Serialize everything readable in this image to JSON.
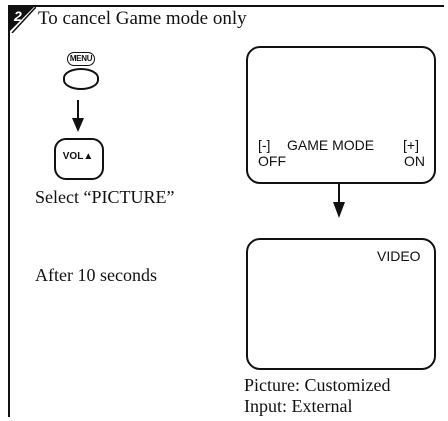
{
  "step": {
    "number": "2",
    "title": "To cancel Game mode only"
  },
  "remote": {
    "menu_label": "MENU",
    "vol_label": "VOL▲"
  },
  "instructions": {
    "select": "Select “PICTURE”",
    "after": "After 10 seconds"
  },
  "screen1": {
    "minus": "[-]",
    "title": "GAME MODE",
    "plus": "[+]",
    "off": "OFF",
    "on": "ON"
  },
  "screen2": {
    "source": "VIDEO"
  },
  "result": {
    "picture": "Picture: Customized",
    "input": "Input: External"
  }
}
